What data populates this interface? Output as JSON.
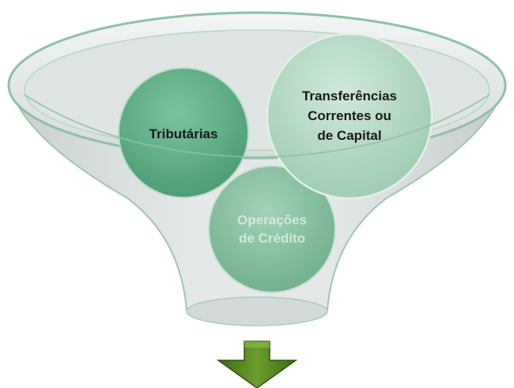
{
  "diagram": {
    "circles": [
      {
        "key": "tributarias",
        "lines": [
          "Tributárias"
        ]
      },
      {
        "key": "transferencias",
        "lines": [
          "Transferências",
          "Correntes ou",
          "de Capital"
        ]
      },
      {
        "key": "operacoes",
        "lines": [
          "Operações",
          "de Crédito"
        ]
      }
    ]
  },
  "colors": {
    "funnel_fill": "#d9dede",
    "funnel_stroke": "#9bc8b0",
    "rim_fill": "#e3e8e6",
    "circle_green": "#5fae86",
    "circle_pale": "#b4d8c3",
    "circle_soft": "#8fc4a6",
    "text_dark": "#1a1a1a",
    "text_light": "#bfe0cc",
    "arrow_green": "#4e7e1c",
    "arrow_dark": "#2f5410"
  }
}
